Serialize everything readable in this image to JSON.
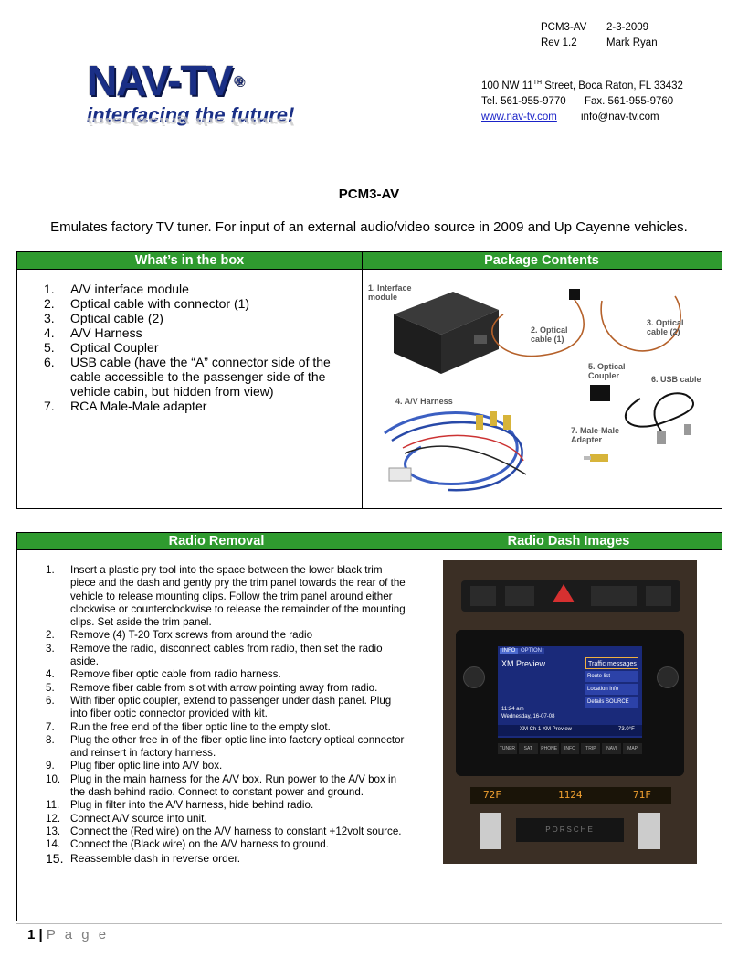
{
  "header": {
    "doc_code": "PCM3-AV",
    "date": "2-3-2009",
    "rev": "Rev 1.2",
    "author": "Mark Ryan",
    "logo_text": "NAV-TV",
    "logo_reg": "®",
    "tagline": "interfacing the future!",
    "address_line_pre": "100 NW 11",
    "address_sup": "TH",
    "address_line_post": " Street, Boca Raton, FL 33432",
    "tel": "Tel. 561-955-9770",
    "fax": "Fax. 561-955-9760",
    "website": "www.nav-tv.com",
    "email": "info@nav-tv.com"
  },
  "title": "PCM3-AV",
  "subtitle": "Emulates factory TV tuner. For input of an external audio/video source in 2009 and Up Cayenne vehicles.",
  "box_section": {
    "left_header": "What’s in the box",
    "right_header": "Package Contents",
    "items": [
      {
        "num": "1.",
        "text": "A/V interface module"
      },
      {
        "num": "2.",
        "text": "Optical cable with connector (1)"
      },
      {
        "num": "3.",
        "text": "Optical cable (2)"
      },
      {
        "num": "4.",
        "text": "A/V Harness"
      },
      {
        "num": "5.",
        "text": "Optical Coupler"
      },
      {
        "num": "6.",
        "text": "USB cable (have the “A” connector side of the cable accessible to the passenger side of the vehicle cabin, but hidden from view)"
      },
      {
        "num": "7.",
        "text": "RCA Male-Male adapter"
      }
    ],
    "photo_labels": {
      "l1": "1. Interface module",
      "l2": "2. Optical cable (1)",
      "l3": "3. Optical cable (2)",
      "l4": "4. A/V Harness",
      "l5": "5. Optical Coupler",
      "l6": "6. USB cable",
      "l7": "7. Male-Male Adapter"
    }
  },
  "radio_section": {
    "left_header": "Radio Removal",
    "right_header": "Radio Dash Images",
    "steps": [
      {
        "num": "1.",
        "text": "Insert a plastic pry tool into the space between the lower black trim piece and the dash and gently pry the trim panel towards the rear of the vehicle to release mounting clips. Follow the trim panel around either clockwise or counterclockwise to release the remainder of the mounting clips. Set aside the trim panel."
      },
      {
        "num": "2.",
        "text": "Remove (4) T-20 Torx screws from around the radio"
      },
      {
        "num": "3.",
        "text": "Remove the radio, disconnect cables from radio, then set the radio aside."
      },
      {
        "num": "4.",
        "text": "Remove fiber optic cable from radio harness."
      },
      {
        "num": "5.",
        "text": "Remove fiber cable from slot with arrow pointing away from radio."
      },
      {
        "num": "6.",
        "text": "With fiber optic coupler, extend to passenger under dash panel. Plug into fiber optic connector provided with kit."
      },
      {
        "num": "7.",
        "text": "Run the free end of the fiber optic line to the empty slot."
      },
      {
        "num": "8.",
        "text": "Plug the other free in of the fiber optic line into factory optical connector and reinsert in factory harness."
      },
      {
        "num": "9.",
        "text": "Plug fiber optic line into A/V box."
      },
      {
        "num": "10.",
        "text": "Plug in the main harness for the A/V box. Run power to the A/V box in the dash behind radio. Connect to constant power and ground."
      },
      {
        "num": "11.",
        "text": "Plug in filter into the A/V harness, hide behind radio."
      },
      {
        "num": "12.",
        "text": "Connect A/V source into unit."
      },
      {
        "num": "13.",
        "text": "Connect the (Red wire) on the A/V harness to constant +12volt source."
      },
      {
        "num": "14.",
        "text": "Connect the (Black wire) on the A/V harness to ground."
      },
      {
        "num": "15.",
        "text": "Reassemble dash in reverse order."
      }
    ],
    "screen": {
      "tab_info": "INFO",
      "tab_option": "OPTION",
      "source": "XM Preview",
      "menu": [
        "Traffic messages",
        "Route list",
        "Location info",
        "Details SOURCE"
      ],
      "time": "11:24 am",
      "date": "Wednesday, 16-07-08",
      "status": "XM Ch 1 XM Preview",
      "temp_right": "73.0°F",
      "buttons": [
        "TUNER",
        "SAT",
        "PHONE",
        "INFO",
        "TRIP",
        "NAVI",
        "MAP"
      ]
    },
    "climate": {
      "left": "72F",
      "center": "1124",
      "right": "71F"
    },
    "brand": "PORSCHE"
  },
  "footer": {
    "page": "1",
    "sep": "|",
    "label": "P a g e"
  },
  "colors": {
    "header_green": "#2f9a2f",
    "logo_blue": "#1a2f86",
    "link_blue": "#1a22c8"
  }
}
